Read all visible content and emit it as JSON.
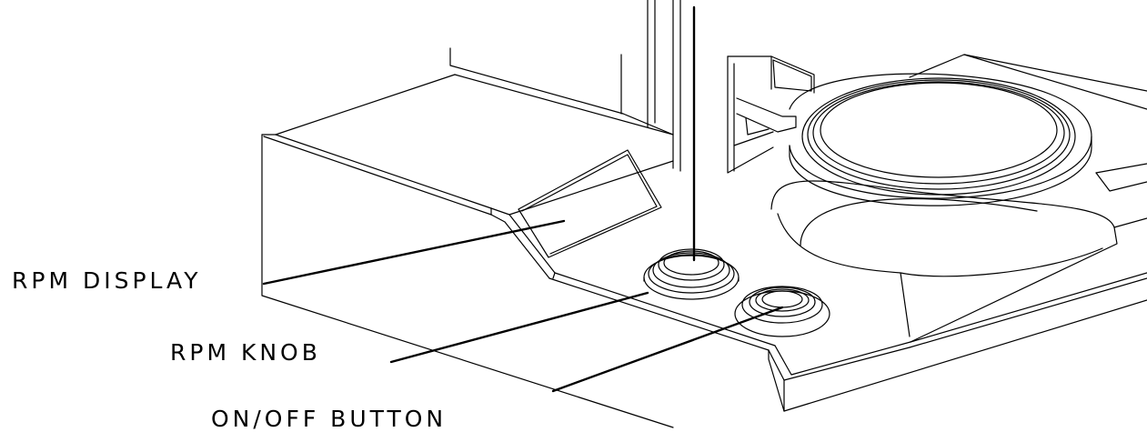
{
  "callouts": {
    "rpm_display": "RPM DISPLAY",
    "rpm_knob": "RPM KNOB",
    "on_off_button": "ON/OFF BUTTON"
  },
  "colors": {
    "drawing_stroke": "#000000",
    "background": "#ffffff"
  }
}
